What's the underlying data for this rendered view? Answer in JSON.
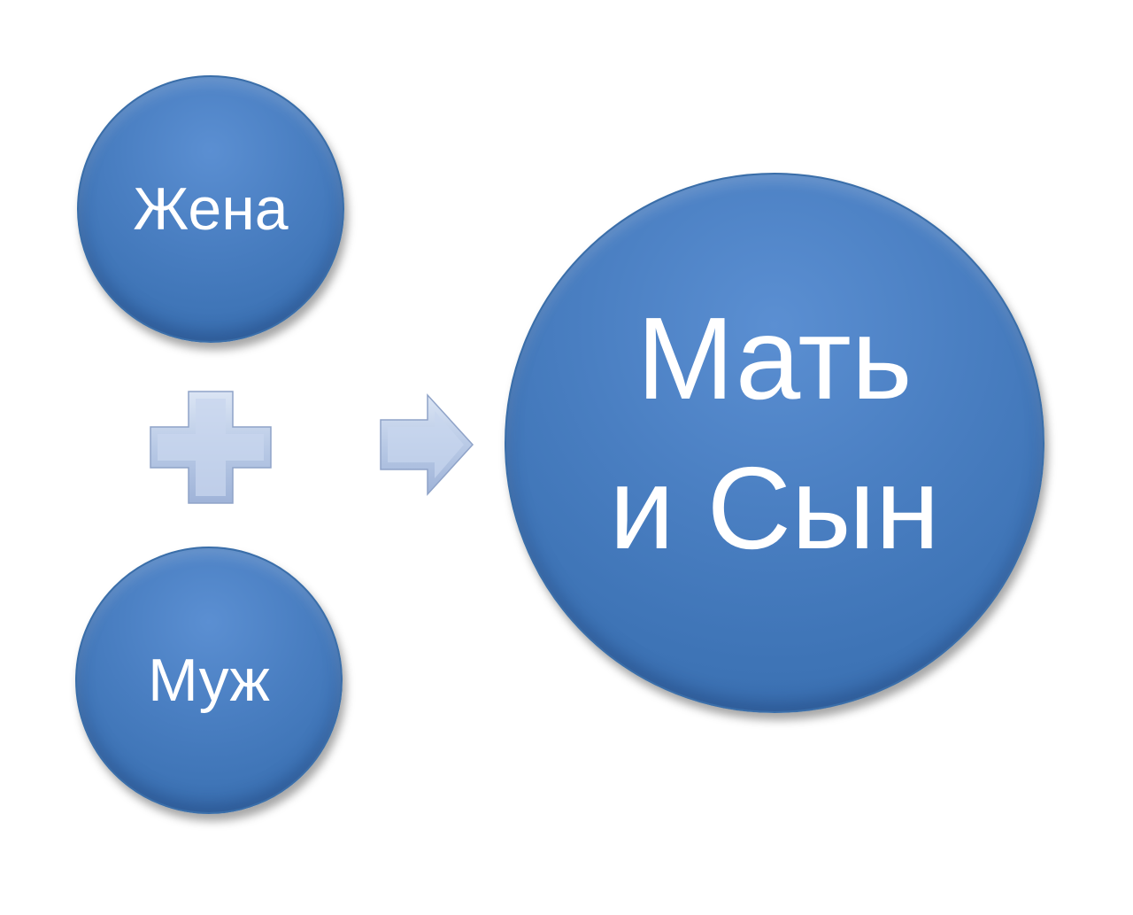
{
  "nodes": {
    "wife": {
      "label": "Жена"
    },
    "husband": {
      "label": "Муж"
    },
    "result": {
      "line1": "Мать",
      "line2": "и Сын"
    }
  },
  "operators": {
    "plus": {
      "icon": "plus-icon"
    },
    "arrow": {
      "icon": "arrow-right-icon"
    }
  },
  "colors": {
    "circle_fill": "#4a7fc2",
    "operator_fill": "#b4c6e7",
    "text": "#ffffff"
  }
}
